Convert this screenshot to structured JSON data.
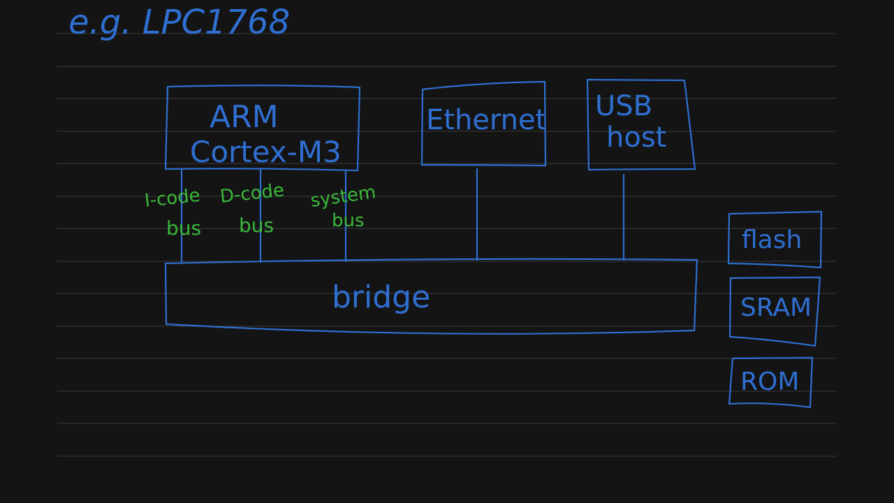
{
  "colors": {
    "background": "#141414",
    "ruled_line": "#3a3a3a",
    "ink_blue": "#2f6fd1",
    "ink_green": "#3ab83a"
  },
  "heading": "e.g. LPC1768",
  "blocks": {
    "cpu_line1": "ARM",
    "cpu_line2": "Cortex-M3",
    "ethernet": "Ethernet",
    "usb_line1": "USB",
    "usb_line2": "host",
    "bridge": "bridge",
    "flash": "flash",
    "sram": "SRAM",
    "rom": "ROM"
  },
  "buses": {
    "icode_line1": "I-code",
    "icode_line2": "bus",
    "dcode_line1": "D-code",
    "dcode_line2": "bus",
    "system_line1": "system",
    "system_line2": "bus"
  }
}
